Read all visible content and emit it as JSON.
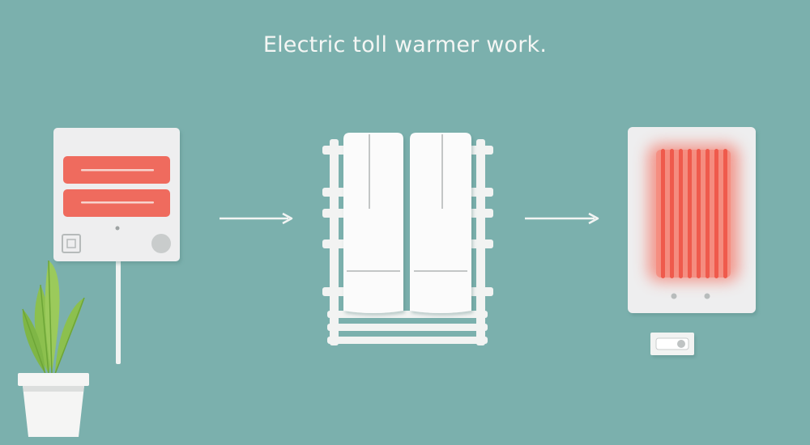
{
  "title": "Electric toll warmer work.",
  "colors": {
    "background": "#7bb0ad",
    "panel": "#eeeeef",
    "heater_red": "#ef6b5e",
    "glow": "#f47a6c",
    "leaf": "#8cc04e",
    "pot": "#f5f5f4",
    "rack": "#f2f3f2",
    "arrow": "#f2f4f3"
  },
  "icons": [
    "control-panel",
    "arrow-right",
    "towel-rack",
    "arrow-right",
    "radiant-heater",
    "wall-switch",
    "potted-plant"
  ]
}
